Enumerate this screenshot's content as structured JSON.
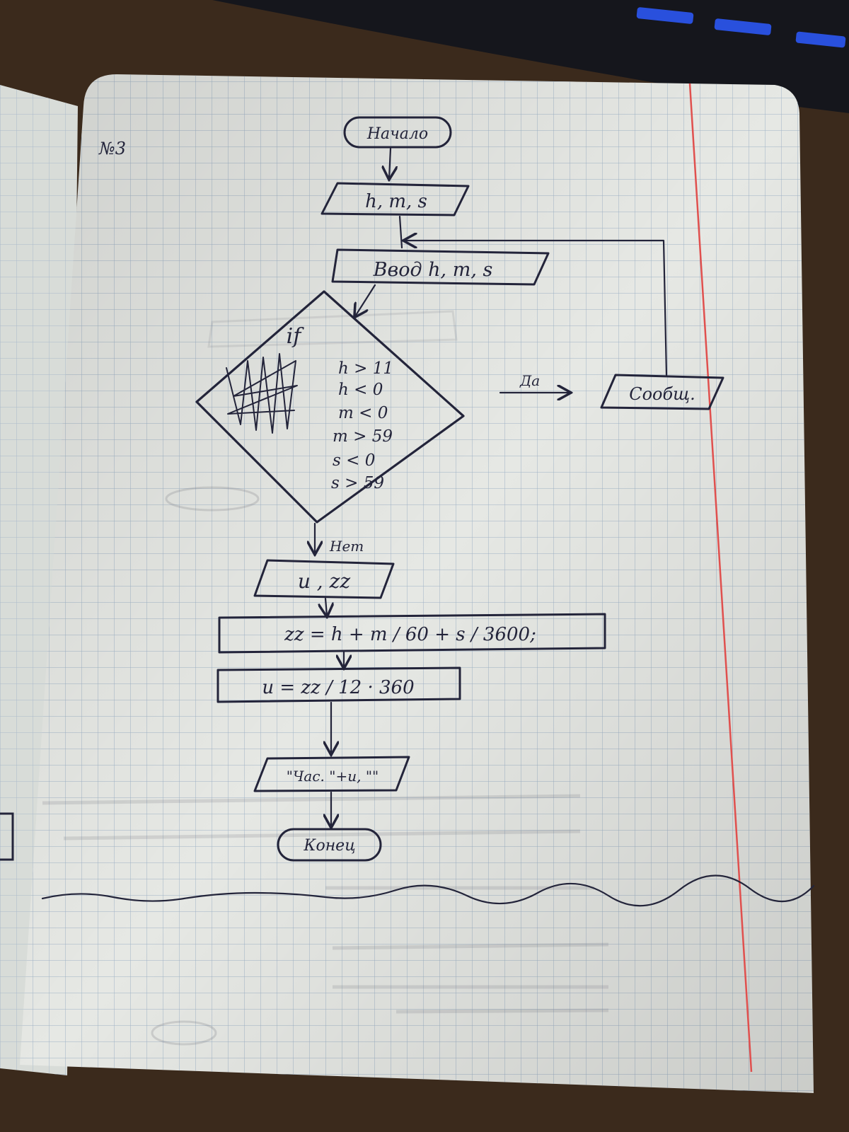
{
  "page_number": "№3",
  "colors": {
    "desk": "#3b2a1c",
    "paper": "#e6e8e4",
    "grid": "#9fb2c6",
    "margin_line": "#e0504e",
    "ink": "#23243a",
    "keyboard_glow": "#2d5bff"
  },
  "flowchart": {
    "start": "Начало",
    "vars": "h, m, s",
    "input": "Ввод h, m, s",
    "condition": {
      "head": "if",
      "lines": [
        "h > 11",
        "h < 0",
        "m < 0",
        "m > 59",
        "s < 0",
        "s > 59"
      ]
    },
    "yes_label": "Да",
    "no_label": "Нет",
    "message": "Сообщ.",
    "vars2": "u , zz",
    "formula1": "zz = h + m / 60 + s / 3600;",
    "formula2": "u = zz / 12 · 360",
    "output": "\"Час. \"+u, \"\"",
    "end": "Конец"
  }
}
